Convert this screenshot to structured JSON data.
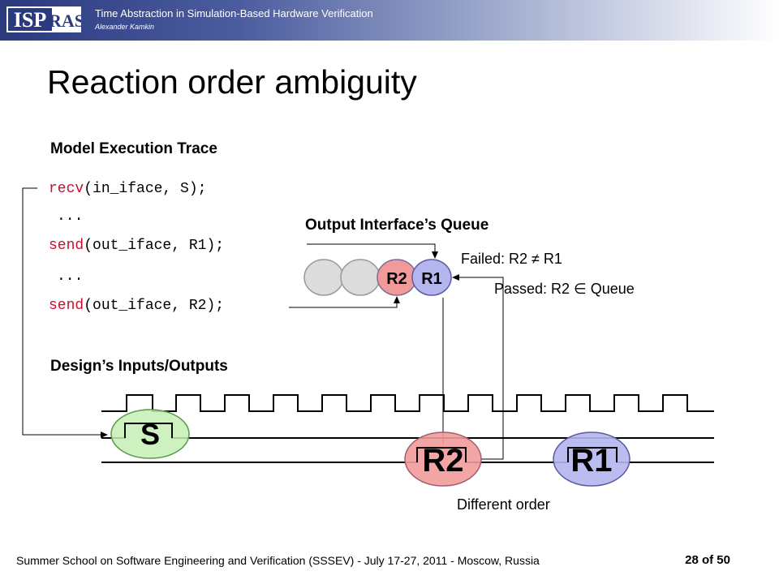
{
  "header": {
    "logo_text": "ISPRAS",
    "presentation_title": "Time Abstraction in Simulation-Based Hardware Verification",
    "author": "Alexander Kamkin"
  },
  "slide": {
    "title": "Reaction order ambiguity",
    "trace_heading": "Model Execution Trace",
    "code_lines": [
      {
        "kw": "recv",
        "rest": "(in_iface, S);"
      },
      {
        "kw": "",
        "rest": "..."
      },
      {
        "kw": "send",
        "rest": "(out_iface, R1);"
      },
      {
        "kw": "",
        "rest": "..."
      },
      {
        "kw": "send",
        "rest": "(out_iface, R2);"
      }
    ],
    "queue_heading": "Output Interface’s Queue",
    "queue_items": [
      "R2",
      "R1"
    ],
    "failed_text": "Failed: R2 ≠ R1",
    "passed_text": "Passed: R2 ∈ Queue",
    "io_heading": "Design’s Inputs/Outputs",
    "signals": {
      "s": "S",
      "r2": "R2",
      "r1": "R1"
    },
    "order_note": "Different order"
  },
  "colors": {
    "keyword": "#c8102e",
    "header_blue": "#2b3a7e",
    "green_fill": "#c6f0b4",
    "red_fill": "#f29a9a",
    "blue_fill": "#b4b6f0",
    "gray_fill": "#dcdcdc"
  },
  "footer": {
    "text": "Summer School on Software Engineering and Verification (SSSEV) - July 17-27, 2011 - Moscow, Russia",
    "page": "28 of 50"
  }
}
